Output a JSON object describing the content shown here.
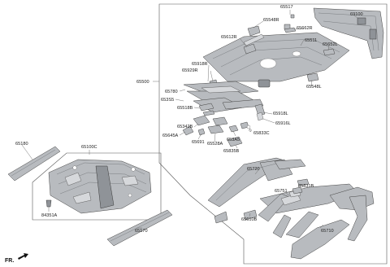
{
  "labels": {
    "l65517": "65517",
    "l69100": "69100",
    "l65548R": "65548R",
    "l65662R": "65662R",
    "l65612R": "65612R",
    "l65511": "65511",
    "l65652L": "65652L",
    "l65918R": "65918R",
    "l65929R": "65929R",
    "l65500": "65500",
    "l65548L": "65548L",
    "l65780": "65780",
    "l653S5": "653S5",
    "l65518B": "65518B",
    "l65918L": "65918L",
    "l65916L": "65916L",
    "l65342B": "65342B",
    "l65645A": "65645A",
    "l65833C": "65833C",
    "l65691": "65691",
    "l65528A": "65528A",
    "l653A5": "653A5",
    "l65835B": "65835B",
    "l65180": "65180",
    "l65100C": "65100C",
    "l65720": "65720",
    "l65831B": "65831B",
    "l65751": "65751",
    "l84351A": "84351A",
    "l65610B": "65610B",
    "l65710": "65710",
    "l65170": "65170"
  },
  "direction_marker": "FR."
}
